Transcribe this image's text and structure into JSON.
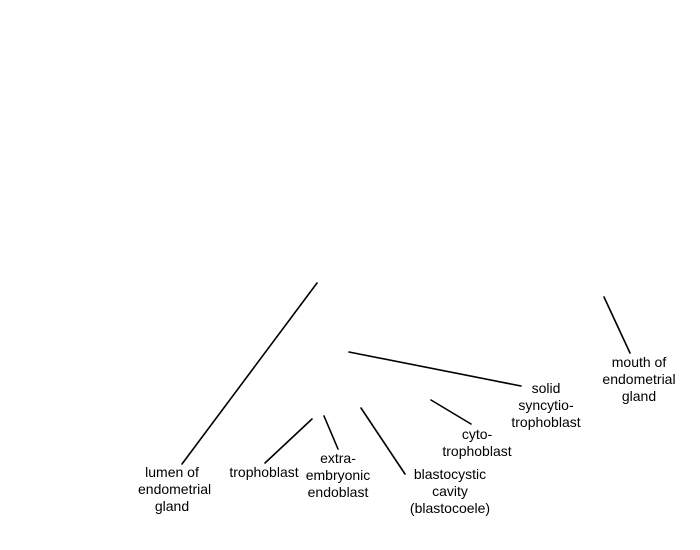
{
  "labels": {
    "lumen_of_endometrial_gland": [
      "lumen of",
      "endometrial",
      "gland"
    ],
    "trophoblast": [
      "trophoblast"
    ],
    "extra_embryonic_endoblast": [
      "extra-",
      "embryonic",
      "endoblast"
    ],
    "blastocystic_cavity": [
      "blastocystic",
      "cavity",
      "(blastocoele)"
    ],
    "cytotrophoblast": [
      "cyto-",
      "trophoblast"
    ],
    "solid_syncytiotrophoblast": [
      "solid",
      "syncytio-",
      "trophoblast"
    ],
    "mouth_of_endometrial_gland": [
      "mouth of",
      "endometrial",
      "gland"
    ]
  },
  "colors": {
    "background": "#ffffff",
    "ink": "#000000"
  }
}
